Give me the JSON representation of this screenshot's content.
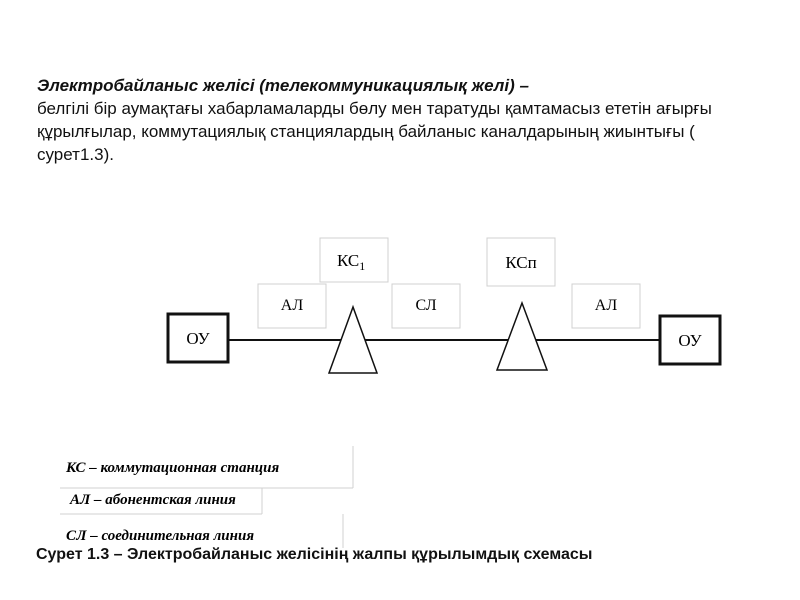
{
  "intro": {
    "term": "Электробайланыс желісі (телекоммуникациялық желі) –",
    "body": "белгілі бір аумақтағы хабарламаларды бөлу мен таратуды қамтамасыз ететін ағырғы құрылғылар, коммутациялық станциялардың байланыс каналдарының жиынтығы ( сурет1.3)."
  },
  "diagram": {
    "left_terminal": "ОУ",
    "right_terminal": "ОУ",
    "left_line": "АЛ",
    "right_line": "АЛ",
    "middle_line": "СЛ",
    "station_1": {
      "main": "КС",
      "sub": "1"
    },
    "station_n": "КСп"
  },
  "legend": [
    "КС – коммутационная станция",
    "АЛ – абонентская линия",
    "СЛ – соединительная линия"
  ],
  "caption": "Сурет 1.3 – Электробайланыс желісінің жалпы құрылымдық схемасы",
  "colors": {
    "ink": "#111111",
    "frame": "#d0d0d0"
  }
}
